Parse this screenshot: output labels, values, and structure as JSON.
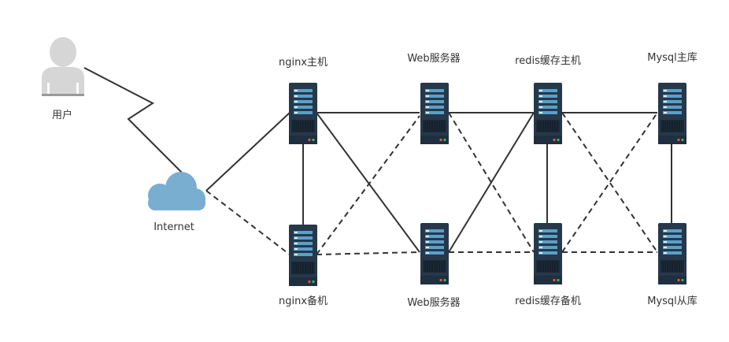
{
  "labels": {
    "user": "用户",
    "internet": "Internet",
    "nginx_main": "nginx主机",
    "nginx_backup": "nginx备机",
    "web_top": "Web服务器",
    "web_bottom": "Web服务器",
    "redis_main": "redis缓存主机",
    "redis_backup": "redis缓存备机",
    "mysql_main": "Mysql主库",
    "mysql_slave": "Mysql从库"
  },
  "colors": {
    "server_body": "#26384a",
    "server_stripe": "#5aa0c8",
    "cloud": "#7aaed0",
    "user_silhouette": "#d6d6d6",
    "line": "#333333",
    "led_red": "#e05a4a",
    "led_green": "#3fb35f"
  },
  "icons": {
    "user": "user-icon",
    "cloud": "cloud-icon",
    "server": "server-icon"
  }
}
